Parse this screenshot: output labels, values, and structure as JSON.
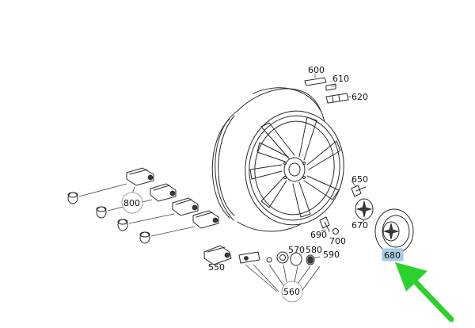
{
  "labels": {
    "p550": "550",
    "p560": "560",
    "p570": "570",
    "p580": "580",
    "p590": "590",
    "p600": "600",
    "p610": "610",
    "p620": "620",
    "p650": "650",
    "p670": "670",
    "p680": "680",
    "p690": "690",
    "p700": "700",
    "p800": "800"
  },
  "colors": {
    "line": "#2a2a2a",
    "highlight": "#a9cde6",
    "arrow": "#2dd12d"
  },
  "icons": {
    "pointer": "green-arrow-icon"
  }
}
